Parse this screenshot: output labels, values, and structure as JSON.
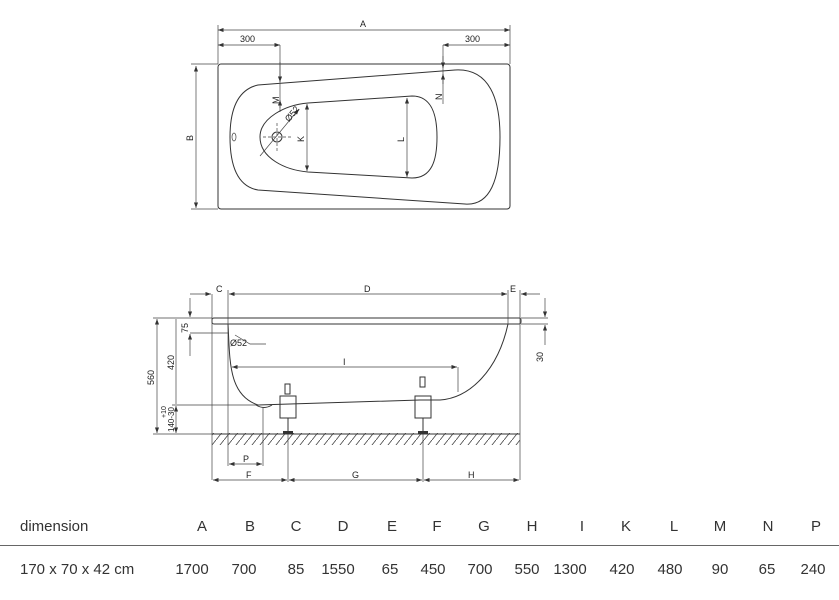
{
  "top_view": {
    "labels": {
      "A": "A",
      "B": "B",
      "left_300": "300",
      "right_300": "300",
      "M": "M",
      "N": "N",
      "K": "K",
      "L": "L",
      "drain": "Ø52"
    }
  },
  "side_view": {
    "labels": {
      "C": "C",
      "D": "D",
      "E": "E",
      "F": "F",
      "G": "G",
      "H": "H",
      "I": "I",
      "P": "P",
      "d560": "560",
      "d420": "420",
      "d75": "75",
      "d30": "30",
      "d140": "140-30",
      "d10": "+10",
      "drain": "Ø52"
    }
  },
  "table": {
    "headers": [
      "dimension",
      "A",
      "B",
      "C",
      "D",
      "E",
      "F",
      "G",
      "H",
      "I",
      "K",
      "L",
      "M",
      "N",
      "P"
    ],
    "row": [
      "170 x 70 x 42 cm",
      "1700",
      "700",
      "85",
      "1550",
      "65",
      "450",
      "700",
      "550",
      "1300",
      "420",
      "480",
      "90",
      "65",
      "240"
    ]
  }
}
